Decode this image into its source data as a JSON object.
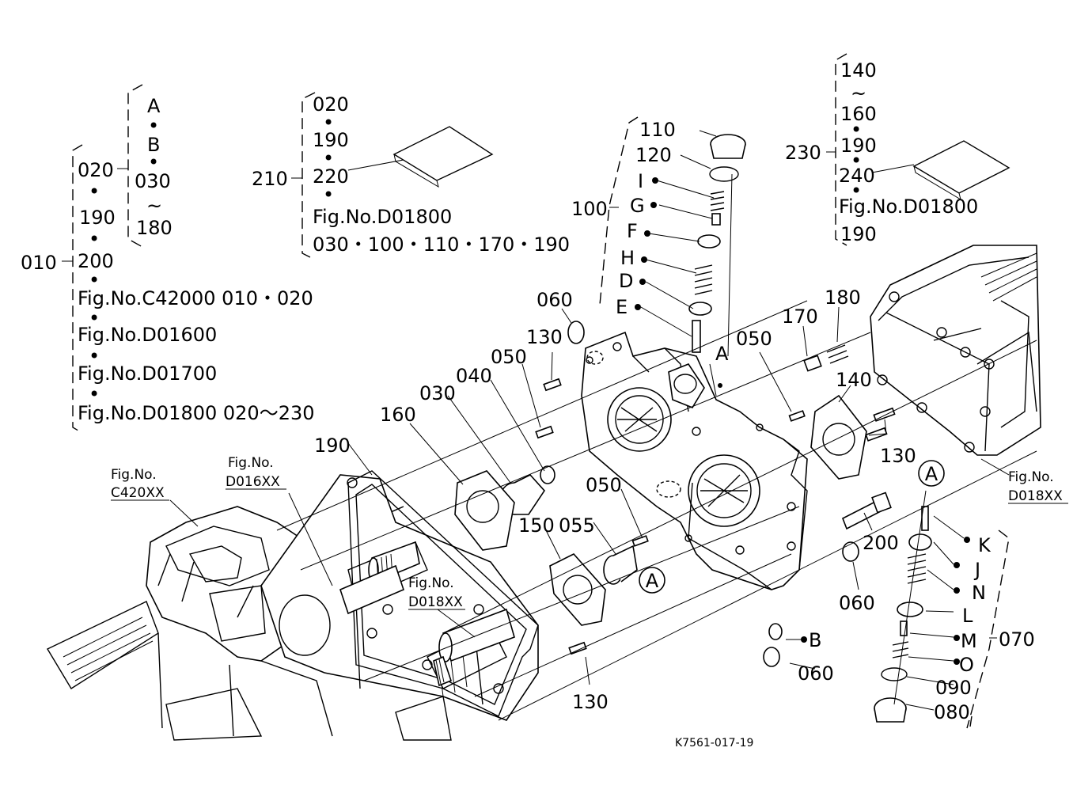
{
  "diagram": {
    "drawing_id": "K7561-017-19",
    "callouts": {
      "c010": "010",
      "c020": "020",
      "c030": "030",
      "c040": "040",
      "c050a": "050",
      "c050b": "050",
      "c050c": "050",
      "c055": "055",
      "c060a": "060",
      "c060b": "060",
      "c060c": "060",
      "c070": "070",
      "c080": "080",
      "c090": "090",
      "c100": "100",
      "c110": "110",
      "c120": "120",
      "c130a": "130",
      "c130b": "130",
      "c130c": "130",
      "c140": "140",
      "c150": "150",
      "c160": "160",
      "c170": "170",
      "c180": "180",
      "c190": "190",
      "c200": "200",
      "c210": "210",
      "c230": "230",
      "cA": "A",
      "cB": "B",
      "cD": "D",
      "cE": "E",
      "cF": "F",
      "cG": "G",
      "cH": "H",
      "cI": "I",
      "cJ": "J",
      "cK": "K",
      "cL": "L",
      "cM": "M",
      "cN": "N",
      "cO": "O",
      "circA1": "A",
      "circA2": "A"
    },
    "group_010": {
      "lines": [
        "020",
        "190",
        "200",
        "Fig.No.C42000  010・020",
        "Fig.No.D01600",
        "Fig.No.D01700",
        "Fig.No.D01800  020～230"
      ],
      "sub_020": [
        "A",
        "B",
        "030",
        "~",
        "180"
      ]
    },
    "group_210": {
      "lines": [
        "020",
        "190",
        "220",
        "Fig.No.D01800",
        "030・100・110・170・190"
      ]
    },
    "group_230": {
      "lines": [
        "140",
        "~",
        "160",
        "190",
        "240",
        "Fig.No.D01800",
        "190"
      ]
    },
    "refs": {
      "c420_a": "Fig.No.",
      "c420_b": "C420XX",
      "d016_a": "Fig.No.",
      "d016_b": "D016XX",
      "d018a_a": "Fig.No.",
      "d018a_b": "D018XX",
      "d018b_a": "Fig.No.",
      "d018b_b": "D018XX"
    }
  }
}
